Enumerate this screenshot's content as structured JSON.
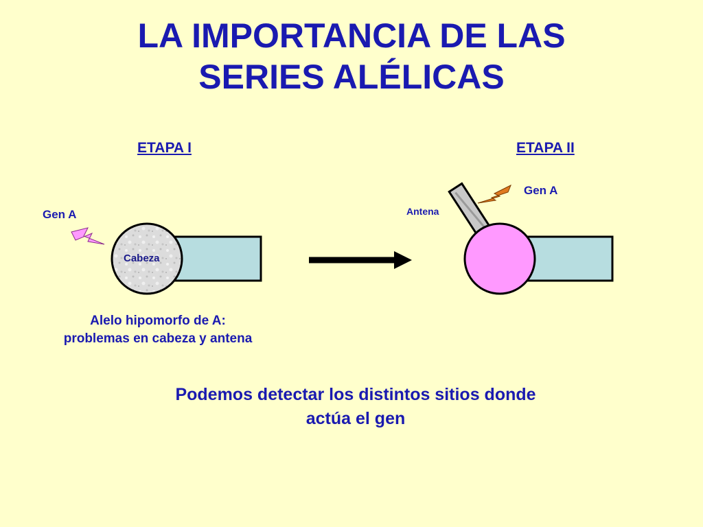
{
  "title": {
    "line1": "LA IMPORTANCIA DE LAS",
    "line2": "SERIES ALÉLICAS"
  },
  "stage1": {
    "label": "ETAPA I",
    "gene_label": "Gen A",
    "head_label": "Cabeza",
    "caption_line1": "Alelo hipomorfo de A:",
    "caption_line2": "problemas en cabeza y antena"
  },
  "stage2": {
    "label": "ETAPA II",
    "gene_label": "Gen A",
    "antenna_label": "Antena"
  },
  "conclusion": {
    "line1": "Podemos detectar los distintos sitios donde",
    "line2": "actúa el gen"
  },
  "colors": {
    "background": "#FFFFCC",
    "text": "#1A1AB0",
    "body_fill": "#B7DDE0",
    "head_stage1": "#D9D9D9",
    "head_stage2": "#FF99FF",
    "lightning_stage1": "#FF99FF",
    "lightning_stage2": "#E07A1F",
    "antenna": "#C8C8C8"
  }
}
